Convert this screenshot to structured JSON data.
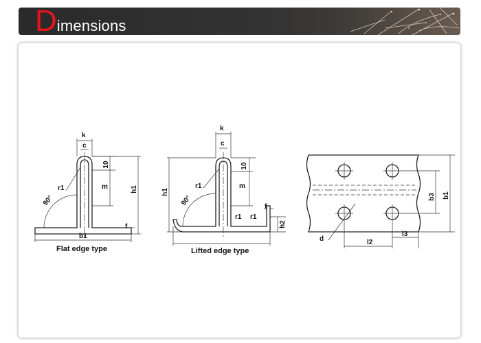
{
  "header": {
    "title_initial": "D",
    "title_rest": "imensions"
  },
  "colors": {
    "title_accent": "#e8141c",
    "banner_dark": "#2a2a2a",
    "line": "#222222"
  },
  "flat_edge": {
    "caption": "Flat edge type",
    "labels": {
      "k": "k",
      "c": "c",
      "ten": "10",
      "m": "m",
      "h1": "h1",
      "r1": "r1",
      "angle": "90°",
      "f": "f",
      "b1": "b1"
    }
  },
  "lifted_edge": {
    "caption": "Lifted edge type",
    "labels": {
      "k": "k",
      "c": "c",
      "ten": "10",
      "m": "m",
      "h1": "h1",
      "r1": "r1",
      "angle": "90°",
      "r1_left": "r1",
      "r1_right": "r1",
      "f": "f",
      "h2": "h2"
    }
  },
  "top_view": {
    "labels": {
      "b3": "b3",
      "b1": "b1",
      "d": "d",
      "l2": "l2",
      "l3": "l3"
    }
  }
}
